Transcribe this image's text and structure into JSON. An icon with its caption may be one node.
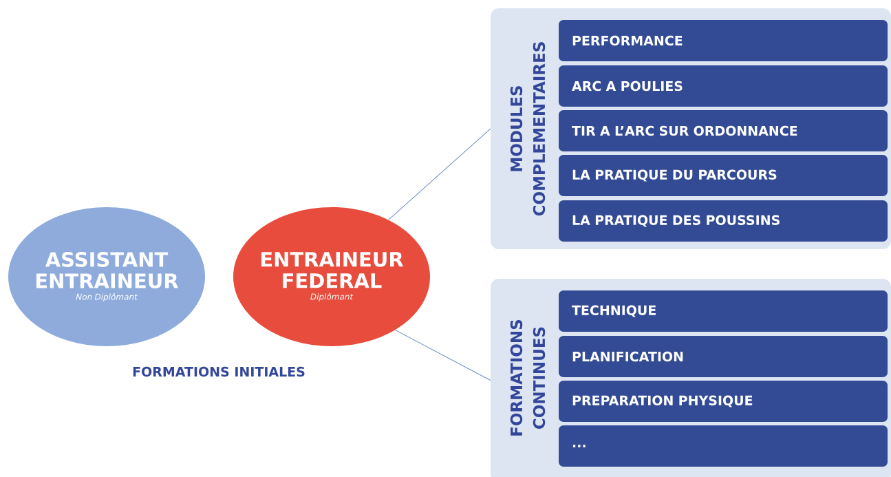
{
  "diagram": {
    "nodes": [
      {
        "text": [
          "ASSISTANT ENTRAINEUR",
          "Non Diplômant"
        ]
      },
      {
        "text": [
          "ENTRAINEUR FEDERAL",
          "Diplômant"
        ]
      },
      {
        "text": [
          "MODULES COMPLEMENTAIRES"
        ]
      },
      {
        "text": [
          "PERFORMANCE"
        ],
        "in": 2
      },
      {
        "text": [
          "ARC A POULIES"
        ],
        "in": 2
      },
      {
        "text": [
          "TIR A L’ARC SUR ORDONNANCE"
        ],
        "in": 2
      },
      {
        "text": [
          "LA PRATIQUE DU PARCOURS"
        ],
        "in": 2
      },
      {
        "text": [
          "LA PRATIQUE DES POUSSINS"
        ],
        "in": 2
      },
      {
        "text": [
          "FORMATIONS CONTINUES"
        ]
      },
      {
        "text": [
          "TECHNIQUE"
        ],
        "in": 8
      },
      {
        "text": [
          "PLANIFICATION"
        ],
        "in": 8
      },
      {
        "text": [
          "PREPARATION PHYSIQUE"
        ],
        "in": 8
      },
      {
        "text": [
          "..."
        ],
        "in": 8
      }
    ],
    "edges": [
      {
        "from": 1,
        "to": 2,
        "arrow": "none"
      },
      {
        "from": 1,
        "to": 8,
        "arrow": "none"
      }
    ],
    "labels": [
      "FORMATIONS INITIALES"
    ]
  }
}
